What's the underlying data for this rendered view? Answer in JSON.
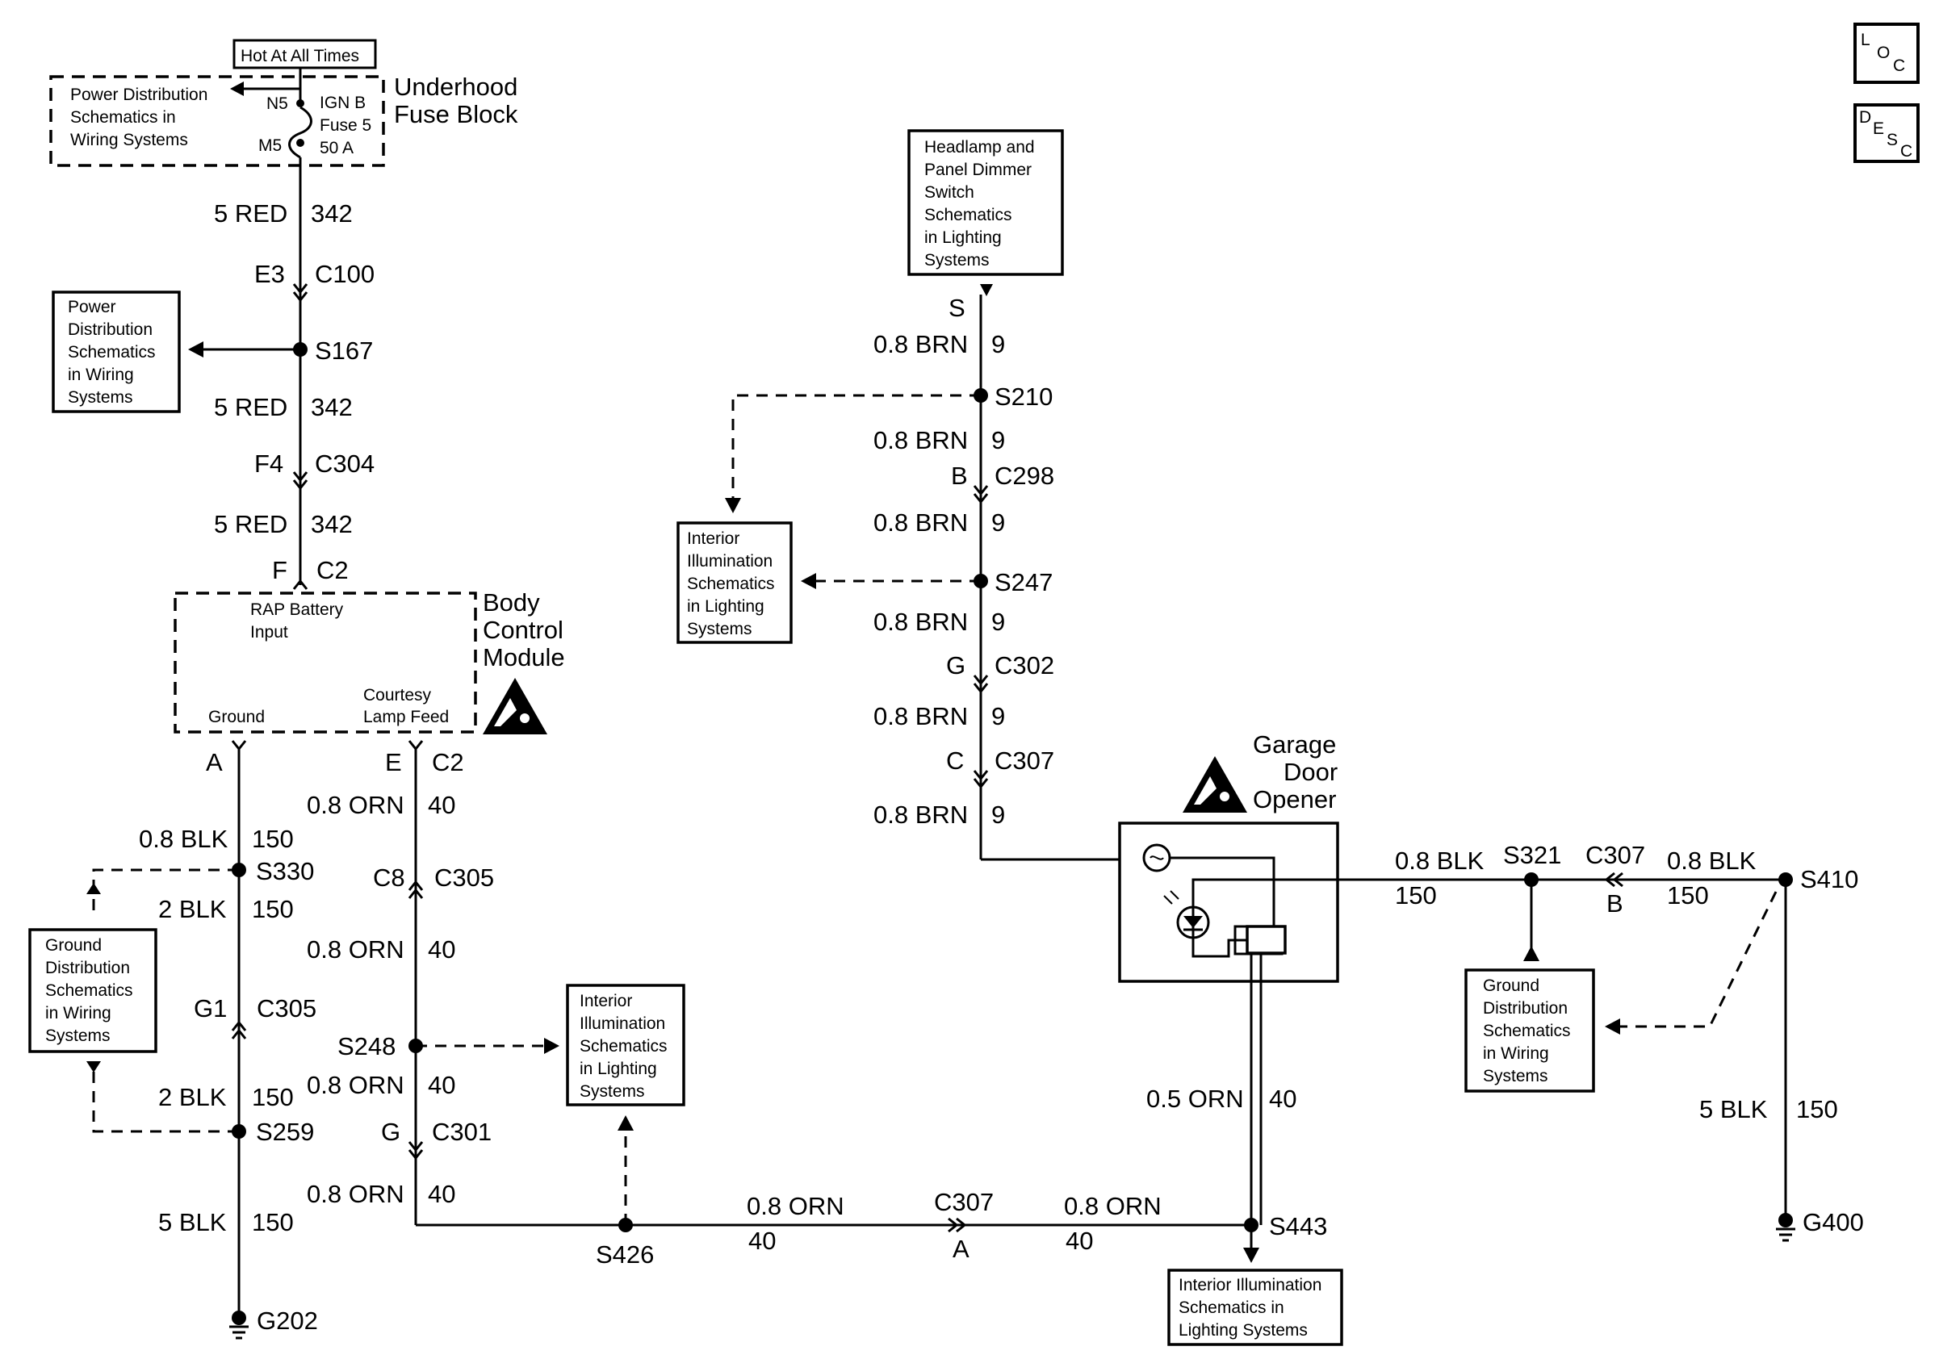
{
  "top": {
    "hot_label": "Hot At All Times",
    "fuse_block": [
      "Underhood",
      "Fuse Block"
    ],
    "pd_ref": [
      "Power Distribution",
      "Schematics in",
      "Wiring Systems"
    ],
    "n5": "N5",
    "m5": "M5",
    "fuse": [
      "IGN B",
      "Fuse 5",
      "50 A"
    ]
  },
  "left_column": {
    "w1": "5 RED",
    "c1": "342",
    "e3": "E3",
    "c100": "C100",
    "s167": "S167",
    "pd_box": [
      "Power",
      "Distribution",
      "Schematics",
      "in Wiring",
      "Systems"
    ],
    "w2": "5 RED",
    "c2w": "342",
    "f4": "F4",
    "c304": "C304",
    "w3": "5 RED",
    "c3w": "342",
    "f": "F",
    "c2": "C2"
  },
  "bcm": {
    "rap": [
      "RAP Battery",
      "Input"
    ],
    "ground": "Ground",
    "courtesy": [
      "Courtesy",
      "Lamp Feed"
    ],
    "title": [
      "Body",
      "Control",
      "Module"
    ],
    "pin_a": "A",
    "pin_e": "E",
    "conn_c2": "C2"
  },
  "ground_branch": {
    "w1": "0.8 BLK",
    "c1": "150",
    "s330": "S330",
    "w2": "2 BLK",
    "c2": "150",
    "gd_box": [
      "Ground",
      "Distribution",
      "Schematics",
      "in Wiring",
      "Systems"
    ],
    "g1": "G1",
    "c305": "C305",
    "w3": "2 BLK",
    "c3": "150",
    "s259": "S259",
    "w4": "5 BLK",
    "c4": "150",
    "g202": "G202"
  },
  "orn_branch": {
    "w1": "0.8 ORN",
    "c1": "40",
    "c8": "C8",
    "c305": "C305",
    "w2": "0.8 ORN",
    "c2": "40",
    "s248": "S248",
    "w3": "0.8 ORN",
    "c3": "40",
    "g": "G",
    "c301": "C301",
    "w4": "0.8 ORN",
    "c4": "40",
    "ii_box": [
      "Interior",
      "Illumination",
      "Schematics",
      "in Lighting",
      "Systems"
    ]
  },
  "bottom_run": {
    "s426": "S426",
    "w1": "0.8 ORN",
    "c1": "40",
    "c307": "C307",
    "pin_a": "A",
    "w2": "0.8 ORN",
    "c2": "40",
    "s443": "S443",
    "ii_box": [
      "Interior Illumination",
      "Schematics in",
      "Lighting Systems"
    ]
  },
  "brn_column": {
    "hd_box": [
      "Headlamp and",
      "Panel Dimmer",
      "Switch",
      "Schematics",
      "in Lighting",
      "Systems"
    ],
    "s": "S",
    "w1": "0.8 BRN",
    "c1": "9",
    "s210": "S210",
    "w2": "0.8 BRN",
    "c2": "9",
    "b": "B",
    "c298": "C298",
    "w3": "0.8 BRN",
    "c3": "9",
    "ii_box": [
      "Interior",
      "Illumination",
      "Schematics",
      "in Lighting",
      "Systems"
    ],
    "s247": "S247",
    "w4": "0.8 BRN",
    "c4": "9",
    "g": "G",
    "c302": "C302",
    "w5": "0.8 BRN",
    "c5": "9",
    "c": "C",
    "c307": "C307",
    "w6": "0.8 BRN",
    "c6": "9"
  },
  "gdo": {
    "title": [
      "Garage",
      "Door",
      "Opener"
    ],
    "w_orn": "0.5 ORN",
    "c_orn": "40"
  },
  "right_side": {
    "w1": "0.8 BLK",
    "c1": "150",
    "s321": "S321",
    "c307": "C307",
    "pin_b": "B",
    "w2": "0.8 BLK",
    "c2": "150",
    "s410": "S410",
    "gd_box": [
      "Ground",
      "Distribution",
      "Schematics",
      "in Wiring",
      "Systems"
    ],
    "w3": "5 BLK",
    "c3": "150",
    "g400": "G400"
  },
  "corner": {
    "loc": [
      "L",
      "O",
      "C"
    ],
    "desc": [
      "D",
      "E",
      "S",
      "C"
    ]
  }
}
